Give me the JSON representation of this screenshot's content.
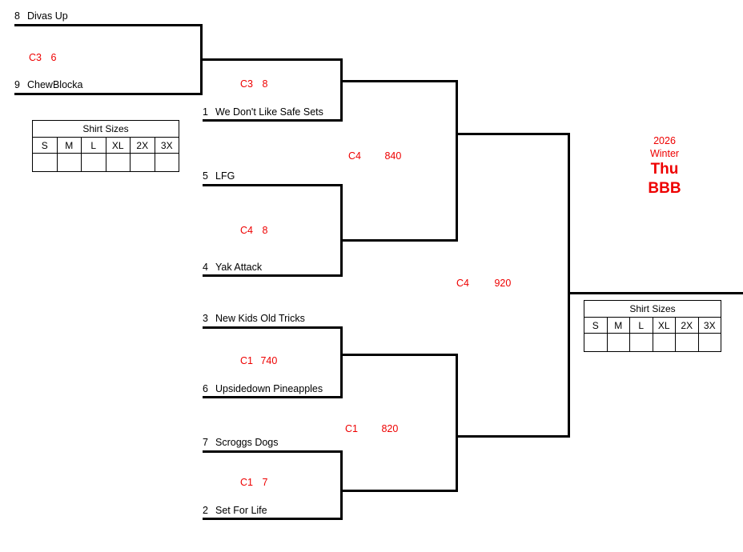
{
  "event": {
    "year": "2026",
    "season": "Winter",
    "day": "Thu",
    "division": "BBB",
    "accent_color": "#ee0000",
    "line_color": "#000000"
  },
  "bracket": {
    "round1": [
      {
        "top": {
          "seed": "8",
          "name": "Divas Up"
        },
        "bottom": {
          "seed": "9",
          "name": "ChewBlocka"
        },
        "court": "C3",
        "time": "6"
      }
    ],
    "round2": [
      {
        "advancing_from": "Divas Up / ChewBlocka",
        "opponent": {
          "seed": "1",
          "name": "We Don't Like Safe Sets"
        },
        "court": "C3",
        "time": "8"
      },
      {
        "top": {
          "seed": "5",
          "name": "LFG"
        },
        "bottom": {
          "seed": "4",
          "name": "Yak Attack"
        },
        "court": "C4",
        "time": "8"
      },
      {
        "top": {
          "seed": "3",
          "name": "New Kids Old Tricks"
        },
        "bottom": {
          "seed": "6",
          "name": "Upsidedown Pineapples"
        },
        "court": "C1",
        "time": "740"
      },
      {
        "top": {
          "seed": "7",
          "name": "Scroggs Dogs"
        },
        "bottom": {
          "seed": "2",
          "name": "Set For Life"
        },
        "court": "C1",
        "time": "7"
      }
    ],
    "semifinals": [
      {
        "court": "C4",
        "time": "840"
      },
      {
        "court": "C1",
        "time": "820"
      }
    ],
    "final": {
      "court": "C4",
      "time": "920"
    }
  },
  "shirt_sizes": {
    "title": "Shirt Sizes",
    "sizes": [
      "S",
      "M",
      "L",
      "XL",
      "2X",
      "3X"
    ],
    "values": [
      "",
      "",
      "",
      "",
      "",
      ""
    ]
  }
}
